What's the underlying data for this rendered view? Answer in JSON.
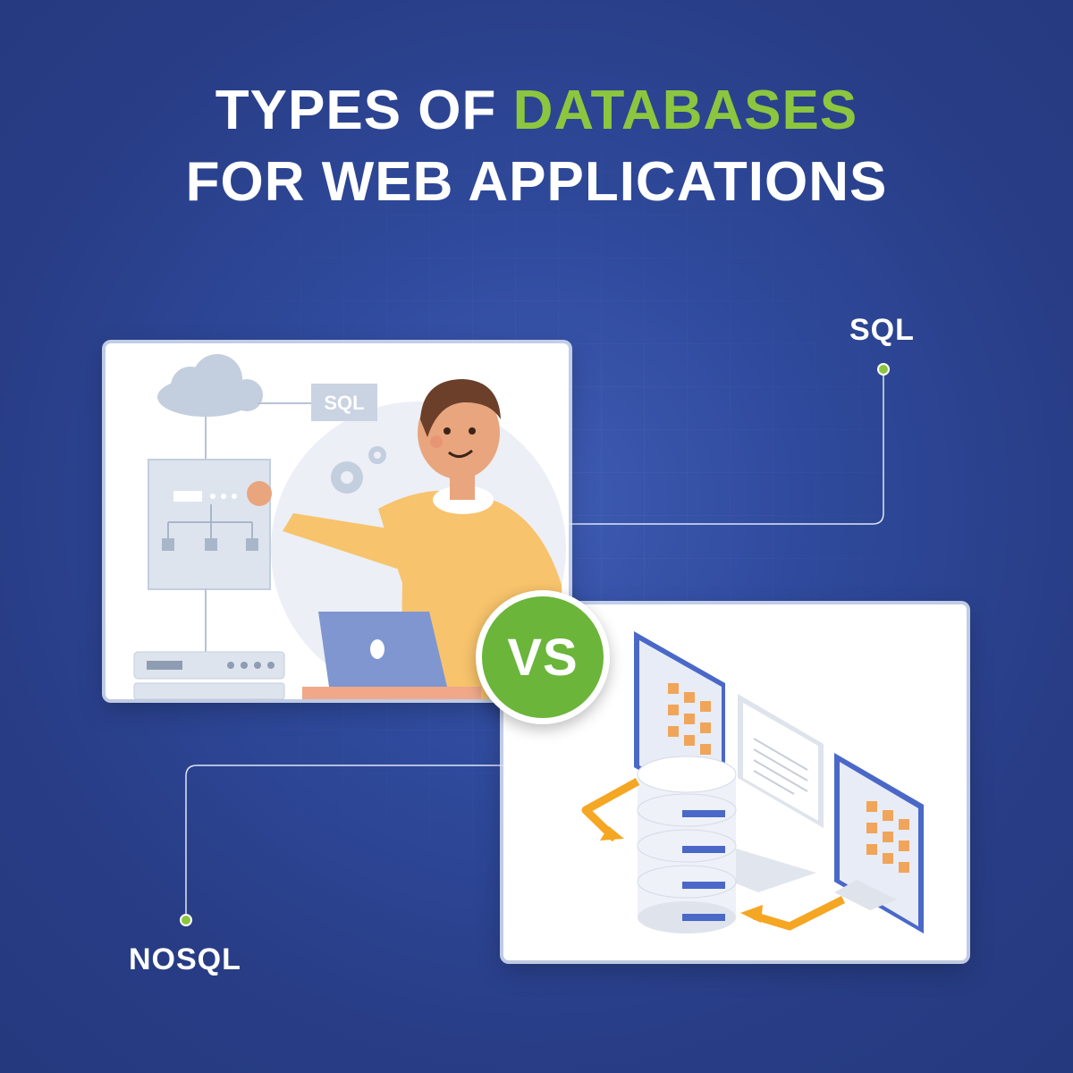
{
  "title": {
    "line1_prefix": "TYPES OF",
    "line1_accent": "DATABASES",
    "line2": "FOR WEB APPLICATIONS"
  },
  "labels": {
    "sql": "SQL",
    "nosql": "NOSQL",
    "vs": "VS",
    "sql_tag": "SQL"
  },
  "colors": {
    "background": "#2b4290",
    "accent_green": "#8cc63f",
    "vs_badge": "#6bb53a",
    "arrow_orange": "#f5a623"
  },
  "icons": [
    "cloud-icon",
    "gear-icon",
    "laptop-icon",
    "server-icon",
    "monitor-icon",
    "database-icon"
  ]
}
